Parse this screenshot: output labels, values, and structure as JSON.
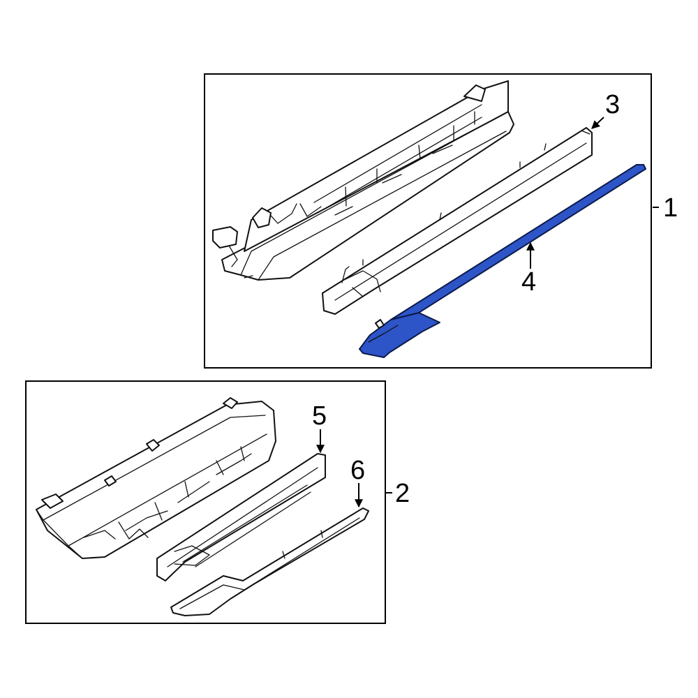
{
  "callouts": {
    "c1": "1",
    "c2": "2",
    "c3": "3",
    "c4": "4",
    "c5": "5",
    "c6": "6"
  },
  "colors": {
    "highlight": "#2d55c8",
    "line": "#111111",
    "background": "#ffffff"
  }
}
